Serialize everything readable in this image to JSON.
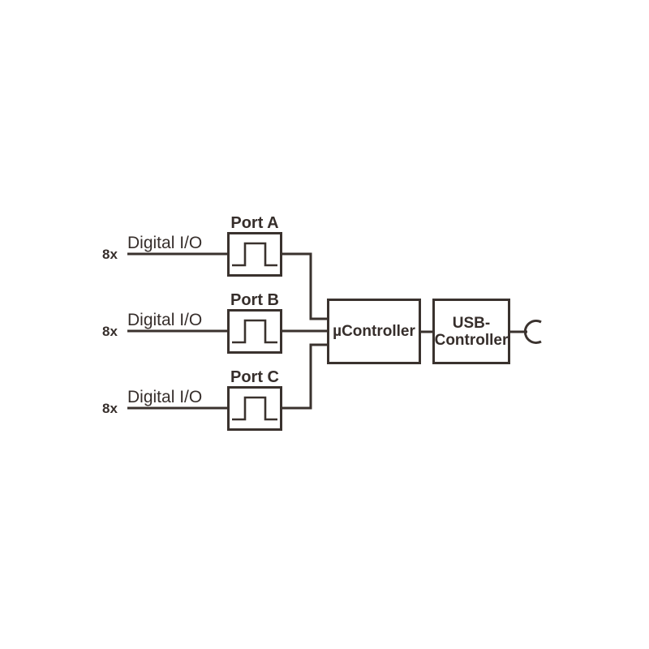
{
  "diagram": {
    "rows": [
      {
        "count": "8x",
        "signal": "Digital I/O",
        "port": "Port A"
      },
      {
        "count": "8x",
        "signal": "Digital I/O",
        "port": "Port B"
      },
      {
        "count": "8x",
        "signal": "Digital I/O",
        "port": "Port C"
      }
    ],
    "controller": {
      "label": "µController"
    },
    "usb_controller": {
      "label_line1": "USB-",
      "label_line2": "Controller"
    },
    "icons": {
      "port_symbol": "square-wave-icon",
      "output_symbol": "usb-connector-icon"
    },
    "colors": {
      "stroke": "#3a322e",
      "text": "#362e2b",
      "background": "#ffffff"
    }
  }
}
